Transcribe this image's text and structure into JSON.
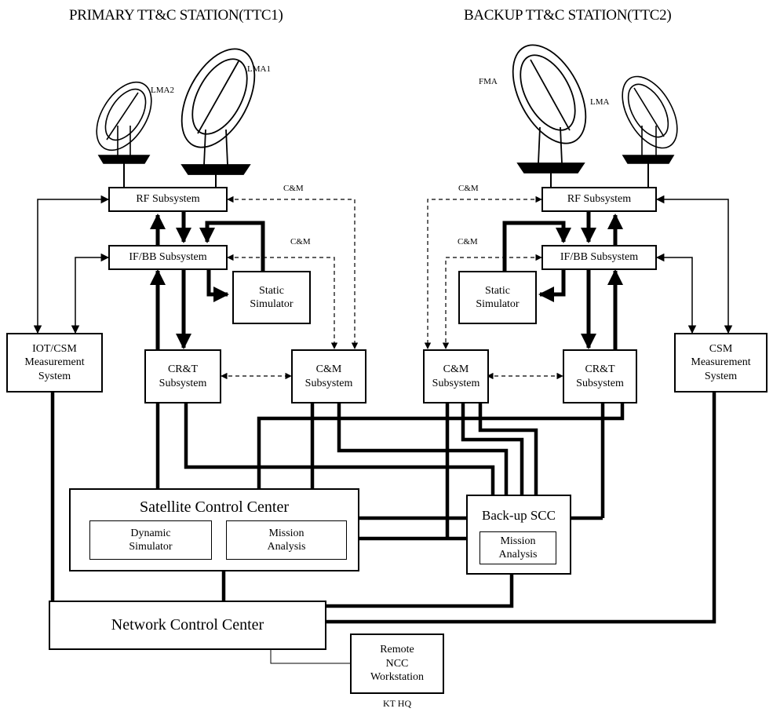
{
  "titles": {
    "primary": "PRIMARY TT&C STATION(TTC1)",
    "backup": "BACKUP TT&C STATION(TTC2)"
  },
  "antennas": {
    "lma2": "LMA2",
    "lma1": "LMA1",
    "fma": "FMA",
    "lma": "LMA"
  },
  "primary_station": {
    "rf": "RF Subsystem",
    "ifbb": "IF/BB Subsystem",
    "static_sim": "Static\nSimulator",
    "iot_csm": "IOT/CSM\nMeasurement\nSystem",
    "crt": "CR&T\nSubsystem",
    "cm": "C&M\nSubsystem"
  },
  "backup_station": {
    "rf": "RF Subsystem",
    "ifbb": "IF/BB Subsystem",
    "static_sim": "Static\nSimulator",
    "csm": "CSM\nMeasurement\nSystem",
    "crt": "CR&T\nSubsystem",
    "cm": "C&M\nSubsystem"
  },
  "cm_labels": [
    "C&M",
    "C&M",
    "C&M",
    "C&M"
  ],
  "scc": {
    "title": "Satellite Control Center",
    "dynamic_sim": "Dynamic\nSimulator",
    "mission": "Mission\nAnalysis"
  },
  "backup_scc": {
    "title": "Back-up SCC",
    "mission": "Mission\nAnalysis"
  },
  "ncc": {
    "title": "Network Control Center",
    "remote": "Remote\nNCC\nWorkstation",
    "hq": "KT HQ"
  }
}
